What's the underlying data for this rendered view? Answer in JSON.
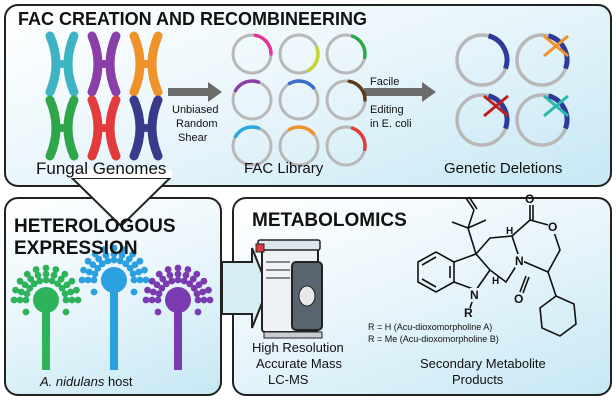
{
  "top": {
    "title": "FAC CREATION AND RECOMBINEERING",
    "fungal_label": "Fungal Genomes",
    "shear_lines": [
      "Unbiased",
      "Random",
      "Shear"
    ],
    "library_label": "FAC Library",
    "editing_lines": [
      "Facile",
      "Editing",
      "in E. coli"
    ],
    "deletions_label": "Genetic Deletions"
  },
  "left": {
    "title_lines": [
      "HETEROLOGOUS",
      "EXPRESSION"
    ],
    "host_species": "A. nidulans",
    "host_suffix": " host"
  },
  "right": {
    "title": "METABOLOMICS",
    "instrument_lines": [
      "High Resolution",
      "Accurate Mass",
      "LC-MS"
    ],
    "r_line_1": "R = H (Acu-dioxomorpholine A)",
    "r_line_2": "R = Me (Acu-dioxomorpholine B)",
    "products_lines": [
      "Secondary Metabolite",
      "Products"
    ],
    "atom_labels": {
      "N": "N",
      "O": "O",
      "H": "H",
      "R": "R"
    }
  },
  "colors": {
    "chromosomes": [
      "#3db3c4",
      "#8a3ea8",
      "#f0922a",
      "#2fa64a",
      "#e23b3b",
      "#3a3a8a"
    ],
    "library_arcs": [
      "#e6339a",
      "#c4d432",
      "#2fa64a",
      "#8a3ea8",
      "#3a6ec9",
      "#5a3a1a",
      "#2aa8e0",
      "#f0922a",
      "#e23b3b"
    ],
    "deletion_arc": "#2d3a9a",
    "deletion_cross": [
      "#f0922a",
      "#c02020",
      "#2ab8a8"
    ],
    "hyphae": [
      "#2db35a",
      "#2aa0e0",
      "#7a3ab0"
    ]
  }
}
